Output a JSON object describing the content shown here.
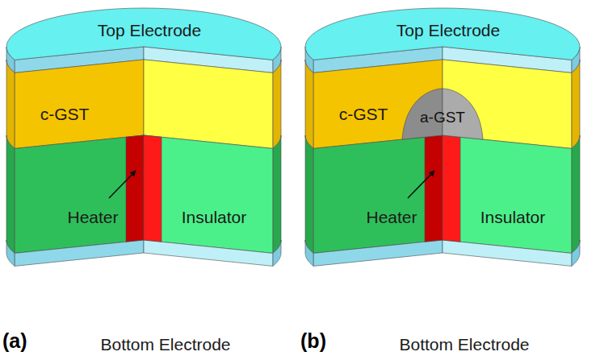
{
  "diagram": {
    "labels": [
      "Top Electrode",
      "c-GST",
      "Heater",
      "Insulator",
      "Bottom Electrode",
      "(a)",
      "Top Electrode",
      "c-GST",
      "a-GST",
      "Heater",
      "Insulator",
      "Bottom Electrode",
      "(b)"
    ]
  }
}
